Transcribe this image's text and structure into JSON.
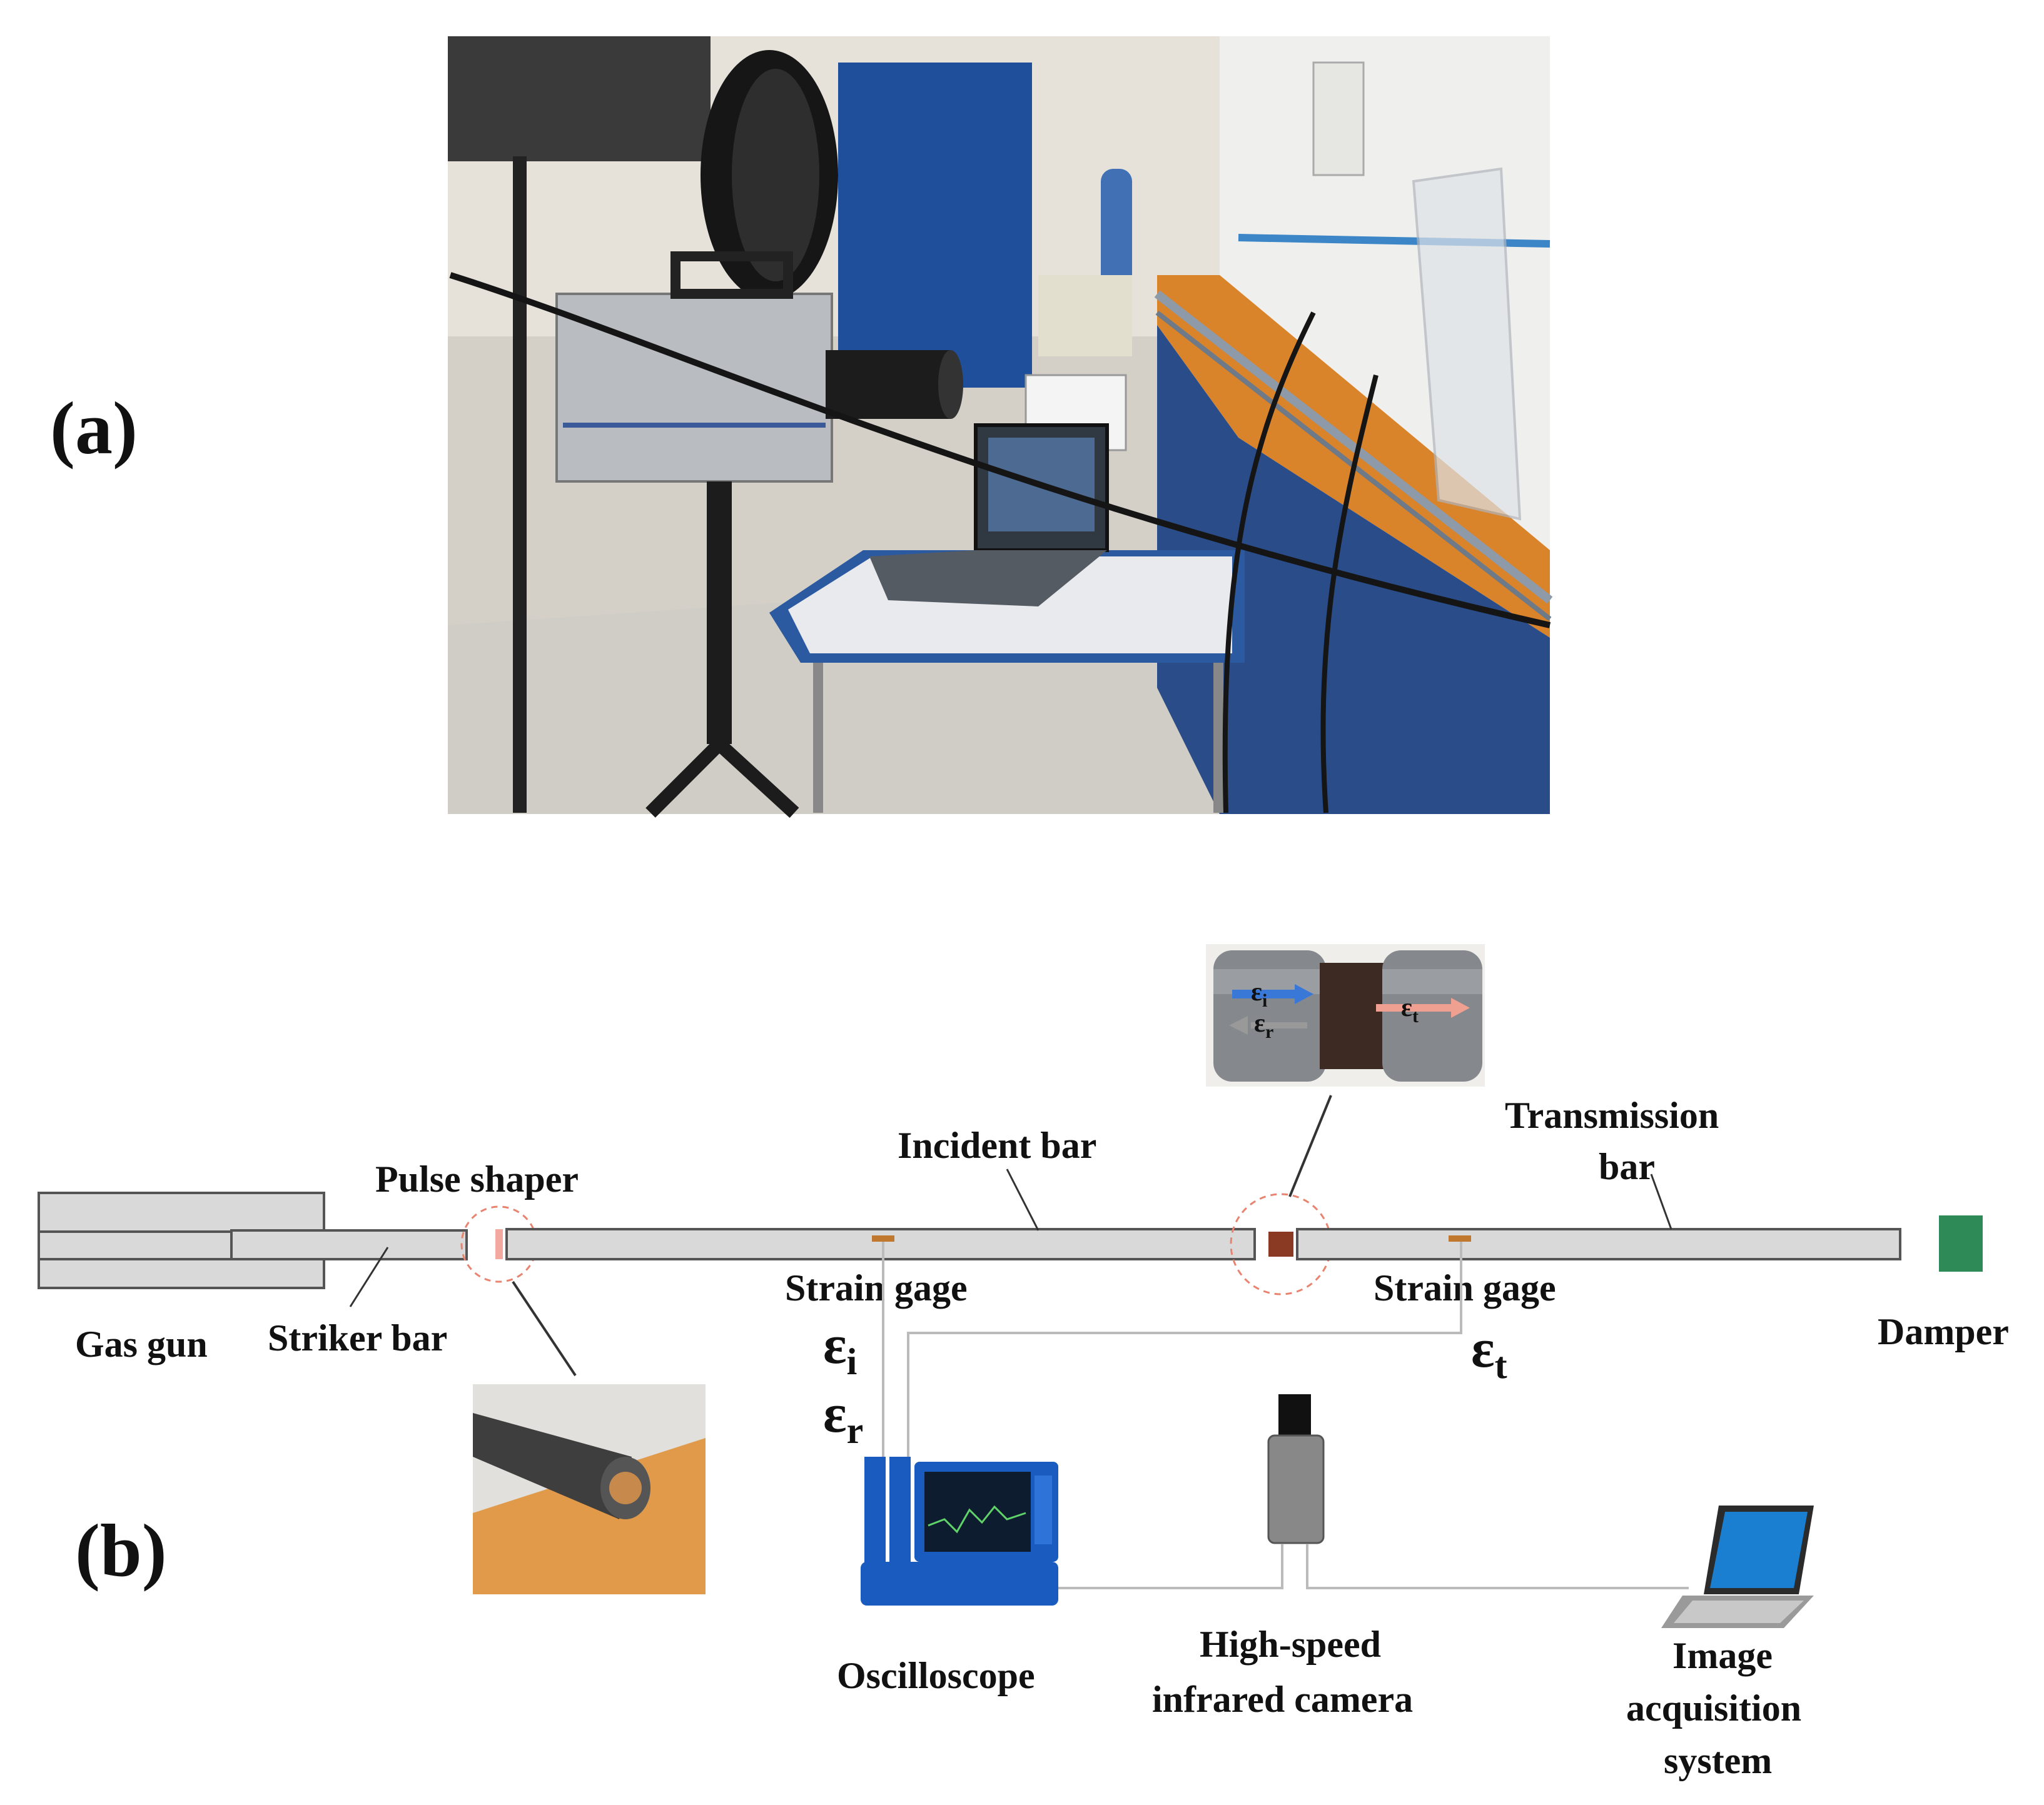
{
  "panel_a": {
    "label": "(a)",
    "photo_description_icon": "photo-lab-setup-icon"
  },
  "panel_b": {
    "label": "(b)",
    "labels": {
      "gas_gun": "Gas gun",
      "striker_bar": "Striker bar",
      "pulse_shaper": "Pulse shaper",
      "incident_bar": "Incident bar",
      "transmission_bar_line1": "Transmission",
      "transmission_bar_line2": "bar",
      "strain_gage_left": "Strain gage",
      "strain_gage_right": "Strain gage",
      "damper": "Damper",
      "oscilloscope": "Oscilloscope",
      "camera_line1": "High-speed",
      "camera_line2": "infrared camera",
      "ias_line1": "Image",
      "ias_line2": "acquisition",
      "ias_line3": "system"
    },
    "strain_symbols": {
      "eps_char": "ε",
      "incident_sub": "i",
      "reflected_sub": "r",
      "transmitted_sub": "t"
    },
    "inset_symbols": {
      "eps_char": "ε",
      "incident_sub": "i",
      "reflected_sub": "r",
      "transmitted_sub": "t"
    },
    "colors": {
      "bar_fill": "#d9d9d9",
      "bar_stroke": "#555555",
      "strain_gage": "#c0782e",
      "specimen": "#8a3a22",
      "damper": "#2e8b57",
      "dashed_circle": "#e8836f",
      "oscilloscope": "#1a5bbf",
      "camera_body": "#888888",
      "wire": "#bbbbbb",
      "incident_arrow": "#3a78d8",
      "transmitted_arrow": "#f0a090"
    }
  }
}
